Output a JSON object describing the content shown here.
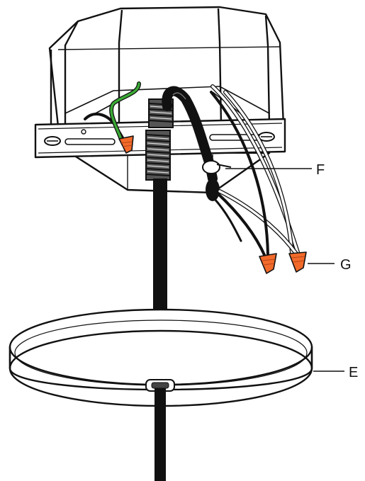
{
  "diagram": {
    "colors": {
      "line": "#111111",
      "green_wire": "#3aaa35",
      "wire_nut": "#f26a2a",
      "white_wire": "#ffffff",
      "background": "#ffffff"
    },
    "callouts": [
      {
        "id": "E",
        "label": "E"
      },
      {
        "id": "F",
        "label": "F"
      },
      {
        "id": "G",
        "label": "G"
      }
    ]
  }
}
